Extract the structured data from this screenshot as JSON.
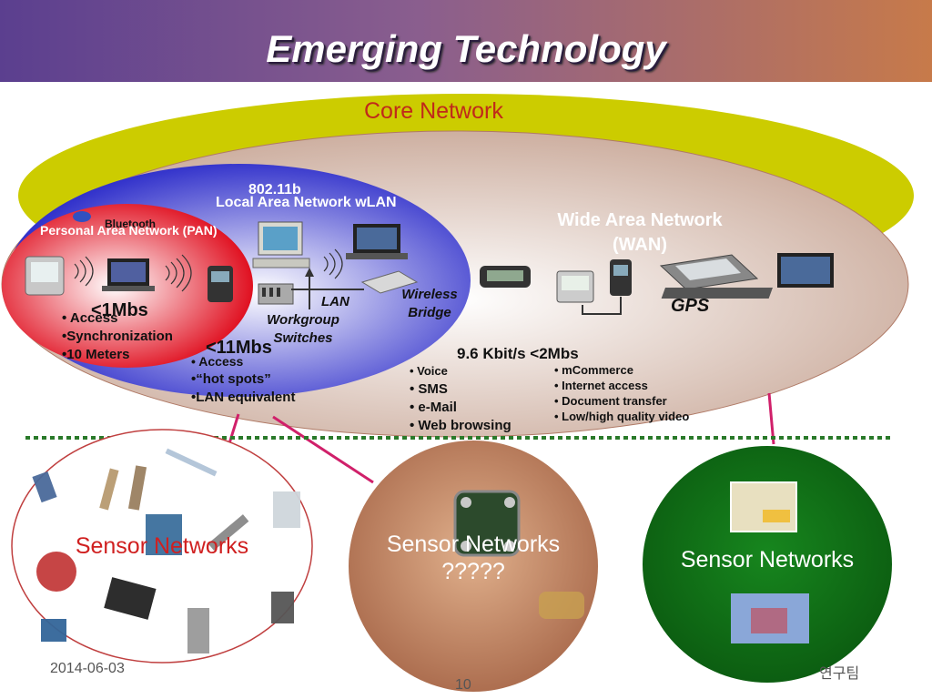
{
  "title": "Emerging Technology",
  "core": {
    "label": "Core Network"
  },
  "wan": {
    "label_line1": "Wide Area Network",
    "label_line2": "(WAN)",
    "gps": "GPS",
    "speed": "9.6 Kbit/s <2Mbs",
    "features_left": [
      "• Voice",
      "• SMS",
      "• e-Mail",
      "• Web browsing"
    ],
    "features_right": [
      "• mCommerce",
      "• Internet access",
      "• Document transfer",
      "• Low/high quality video"
    ]
  },
  "wlan": {
    "standard": "802.11b",
    "label": "Local Area Network wLAN",
    "lan": "LAN",
    "workgroup_line1": "Workgroup",
    "workgroup_line2": "Switches",
    "bridge_line1": "Wireless",
    "bridge_line2": "Bridge",
    "speed": "<11Mbs",
    "features": [
      "• Access",
      "•“hot spots”",
      "•LAN equivalent"
    ]
  },
  "pan": {
    "bluetooth": "Bluetooth",
    "label": "Personal Area Network (PAN)",
    "speed": "<1Mbs",
    "features": [
      "• Access",
      "•Synchronization",
      "•10 Meters"
    ]
  },
  "sensors": {
    "left": {
      "label": "Sensor Networks"
    },
    "middle": {
      "label_line1": "Sensor Networks",
      "label_line2": "?????"
    },
    "right": {
      "label": "Sensor Networks"
    }
  },
  "footer": {
    "date": "2014-06-03",
    "page": "10",
    "org": "연구팀"
  },
  "colors": {
    "core": "#cccc00",
    "wan": "#dcc2b4",
    "wlan": "#3a3ad0",
    "pan": "#e0202a",
    "connector": "#d0206a",
    "divider": "#2a7a2a",
    "sensor_green": "#0d6b13"
  }
}
